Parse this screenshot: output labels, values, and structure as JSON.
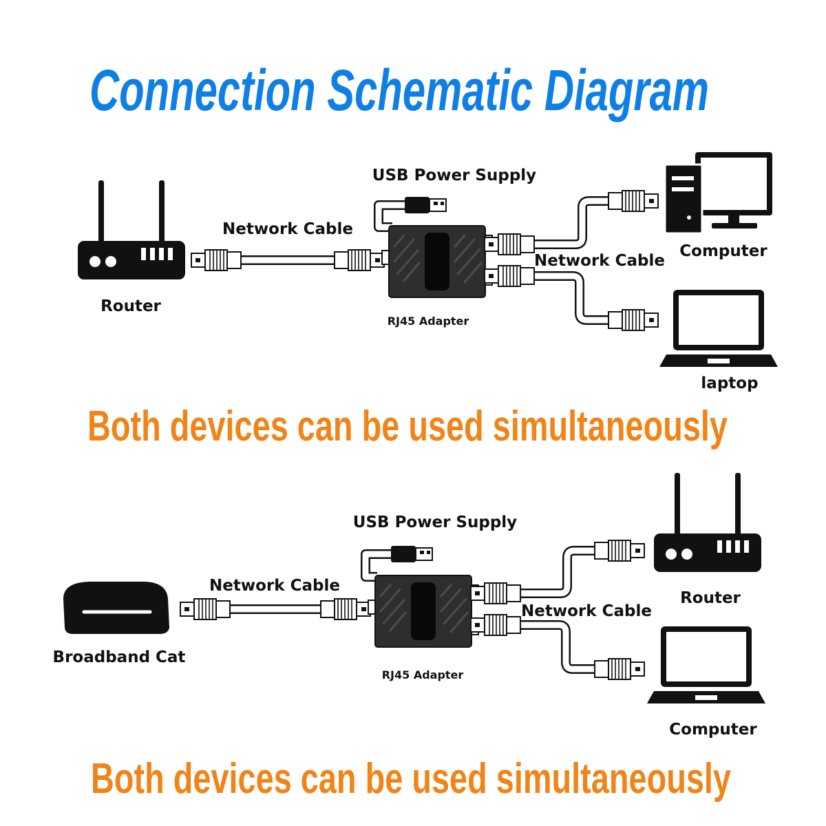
{
  "title": "Connection Schematic Diagram",
  "slogan": "Both devices can be used simultaneously",
  "colors": {
    "title": "#0f7fe6",
    "slogan": "#f08418",
    "device": "#111111",
    "adapter": "#2e2e2e"
  },
  "diagram1": {
    "usb_label": "USB Power Supply",
    "left_cable_label": "Network Cable",
    "right_cable_label": "Network Cable",
    "adapter_label": "RJ45 Adapter",
    "source_label": "Router",
    "top_target_label": "Computer",
    "bottom_target_label": "laptop",
    "source_icon": "router-icon",
    "top_target_icon": "desktop-computer-icon",
    "bottom_target_icon": "laptop-icon"
  },
  "diagram2": {
    "usb_label": "USB Power Supply",
    "left_cable_label": "Network Cable",
    "right_cable_label": "Network Cable",
    "adapter_label": "RJ45 Adapter",
    "source_label": "Broadband Cat",
    "top_target_label": "Router",
    "bottom_target_label": "Computer",
    "source_icon": "modem-icon",
    "top_target_icon": "router-icon",
    "bottom_target_icon": "laptop-icon"
  }
}
